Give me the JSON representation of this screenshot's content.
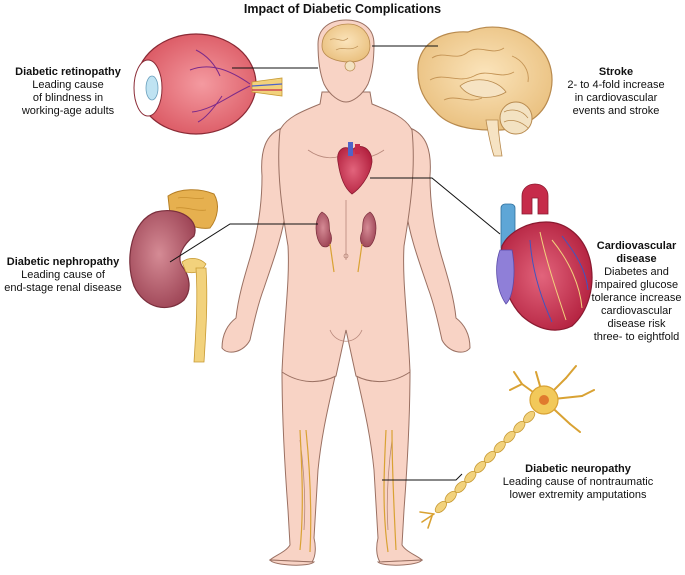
{
  "title": "Impact of Diabetic Complications",
  "complications": {
    "retinopathy": {
      "name": "Diabetic retinopathy",
      "desc": "Leading cause\nof blindness in\nworking-age adults"
    },
    "stroke": {
      "name": "Stroke",
      "desc": "2- to 4-fold increase\nin cardiovascular\nevents and stroke"
    },
    "nephropathy": {
      "name": "Diabetic nephropathy",
      "desc": "Leading cause of\nend-stage renal disease"
    },
    "cardiovascular": {
      "name": "Cardiovascular\ndisease",
      "desc": "Diabetes and\nimpaired glucose\ntolerance increase\ncardiovascular\ndisease risk\nthree- to eightfold"
    },
    "neuropathy": {
      "name": "Diabetic neuropathy",
      "desc": "Leading cause of nontraumatic\nlower extremity amputations"
    }
  },
  "colors": {
    "skin": "#f8d3c5",
    "skin_outline": "#9a7062",
    "eye": "#e9717a",
    "brain": "#f2d29d",
    "heart": "#c62b4a",
    "vein": "#7b88d6",
    "kidney": "#b65a6a",
    "adrenal": "#e3a744",
    "nerve": "#f2d27c"
  }
}
